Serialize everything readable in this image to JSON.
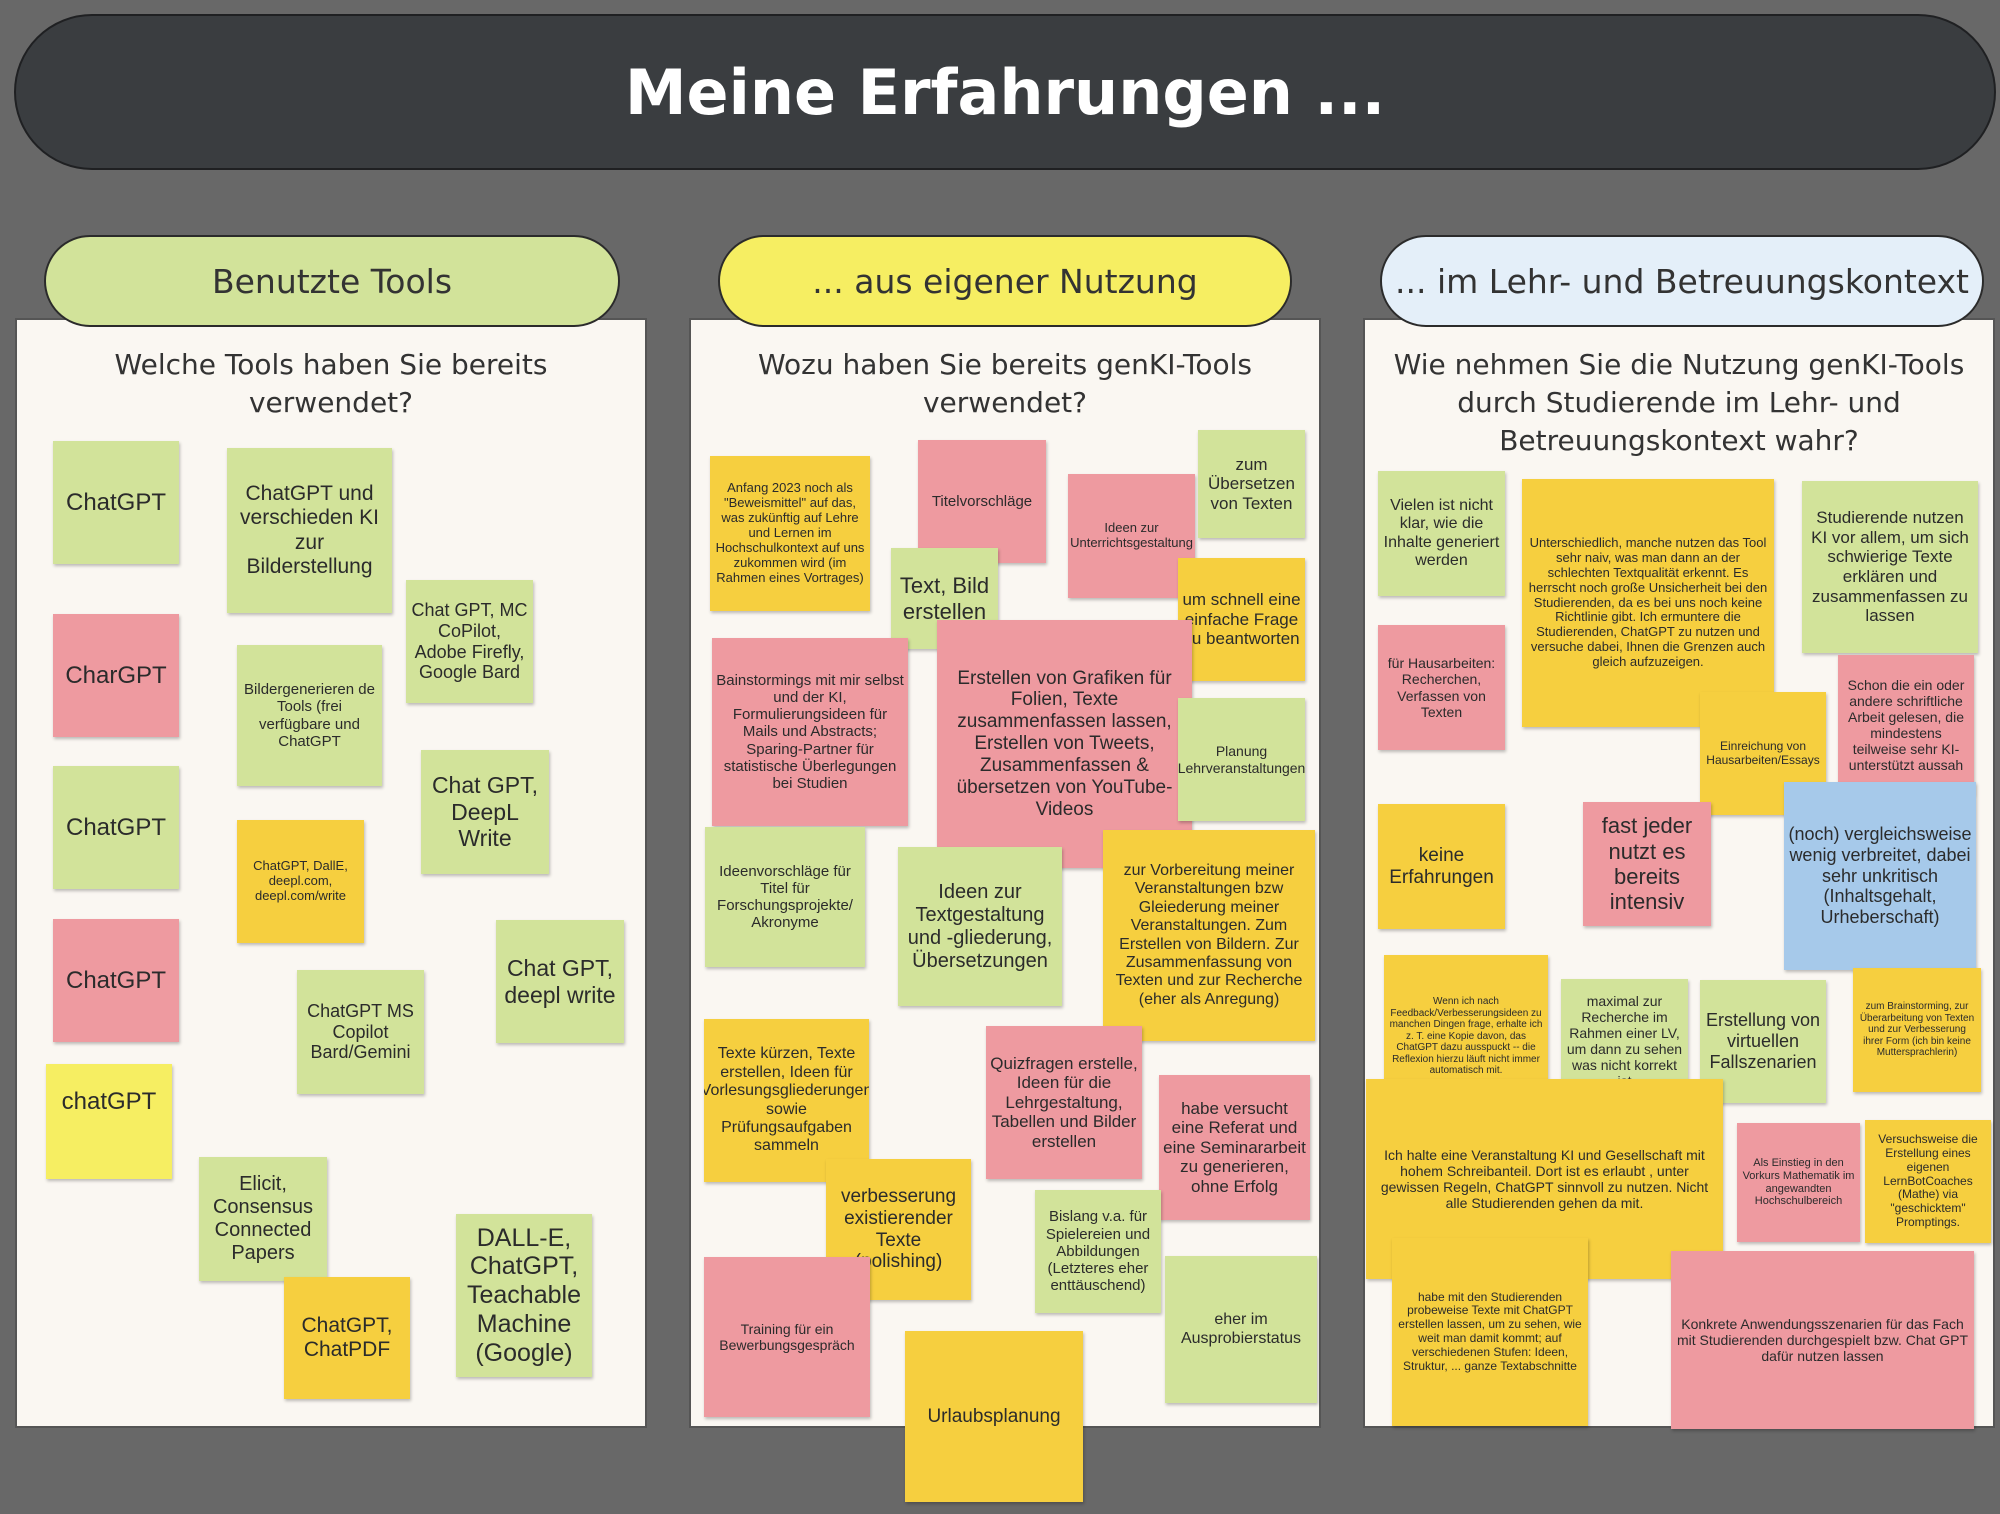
{
  "title": "Meine Erfahrungen ...",
  "columns": [
    {
      "header": "Benutzte Tools",
      "question": "Welche Tools haben Sie bereits verwendet?",
      "color": "#d2e39a"
    },
    {
      "header": "... aus eigener Nutzung",
      "question": "Wozu haben Sie bereits genKI-Tools verwendet?",
      "color": "#f6ee62"
    },
    {
      "header": "... im Lehr- und Betreuungskontext",
      "question": "Wie nehmen Sie die Nutzung genKI-Tools durch Studierende im Lehr- und Betreuungskontext wahr?",
      "color": "#e4eff9"
    }
  ],
  "tools_notes": [
    "ChatGPT",
    "ChatGPT und verschieden KI zur Bilderstellung",
    "Chat GPT, MC CoPilot, Adobe Firefly, Google Bard",
    "CharGPT",
    "Bildergenerieren de Tools (frei verfügbare und ChatGPT",
    "ChatGPT",
    "Chat GPT, DeepL Write",
    "ChatGPT, DallE, deepl.com, deepl.com/write",
    "ChatGPT",
    "Chat GPT, deepl write",
    "ChatGPT MS Copilot Bard/Gemini",
    "chatGPT",
    "Elicit, Consensus Connected Papers",
    "DALL-E, ChatGPT, Teachable Machine (Google)",
    "ChatGPT, ChatPDF"
  ],
  "usage_notes": [
    "Anfang 2023 noch als \"Beweismittel\" auf das, was zukünftig auf Lehre und Lernen im Hochschulkontext auf uns zukommen wird (im Rahmen eines Vortrages)",
    "Titelvorschläge",
    "Ideen zur Unterrichtsgestaltung",
    "zum Übersetzen von Texten",
    "Text, Bild erstellen",
    "um schnell eine einfache Frage zu beantworten",
    "Bainstormings mit mir selbst und der KI, Formulierungsideen für Mails und Abstracts; Sparing-Partner für statistische Überlegungen bei Studien",
    "Erstellen von Grafiken für Folien, Texte zusammenfassen lassen, Erstellen von Tweets, Zusammenfassen & übersetzen von YouTube-Videos",
    "Planung Lehrveranstaltungen",
    "Ideenvorschläge für Titel für Forschungsprojekte/ Akronyme",
    "Ideen zur Textgestaltung und -gliederung, Übersetzungen",
    "zur Vorbereitung meiner Veranstaltungen bzw Gleiederung meiner Veranstaltungen. Zum Erstellen von Bildern. Zur Zusammenfassung von Texten und zur Recherche (eher als Anregung)",
    "Texte kürzen, Texte erstellen, Ideen für Vorlesungsgliederungen sowie Prüfungsaufgaben sammeln",
    "Quizfragen erstelle, Ideen für die Lehrgestaltung, Tabellen und Bilder erstellen",
    "habe versucht eine Referat und eine Seminararbeit zu generieren, ohne Erfolg",
    "verbesserung existierender Texte (polishing)",
    "Bislang v.a. für Spielereien und Abbildungen (Letzteres eher enttäuschend)",
    "Training für ein Bewerbungsgespräch",
    "eher im Ausprobierstatus",
    "Urlaubsplanung"
  ],
  "teaching_notes": [
    "Vielen ist nicht klar, wie die Inhalte generiert werden",
    "Unterschiedlich, manche nutzen das Tool sehr naiv, was man dann an der schlechten Textqualität erkennt. Es herrscht noch große Unsicherheit bei den Studierenden, da es bei uns noch keine Richtlinie gibt. Ich ermuntere die Studierenden, ChatGPT zu nutzen und versuche dabei, Ihnen die Grenzen auch gleich aufzuzeigen.",
    "Studierende nutzen KI vor allem, um sich schwierige Texte erklären und zusammenfassen zu lassen",
    "für Hausarbeiten: Recherchen, Verfassen von Texten",
    "Schon die ein oder andere schriftliche Arbeit gelesen, die mindestens teilweise sehr KI-unterstützt aussah",
    "Einreichung von Hausarbeiten/Essays",
    "keine Erfahrungen",
    "fast jeder nutzt es bereits intensiv",
    "(noch) vergleichsweise wenig verbreitet, dabei sehr unkritisch (Inhaltsgehalt, Urheberschaft)",
    "Wenn ich nach Feedback/Verbesserungsideen zu manchen Dingen frage, erhalte ich z. T. eine Kopie davon, das ChatGPT dazu ausspuckt -- die Reflexion hierzu läuft nicht immer automatisch mit.",
    "maximal zur Recherche im Rahmen einer LV, um dann zu sehen was nicht korrekt ist",
    "Erstellung von virtuellen Fallszenarien",
    "zum Brainstorming, zur Überarbeitung von Texten und zur Verbesserung ihrer Form (ich bin keine Muttersprachlerin)",
    "Ich halte eine Veranstaltung KI und Gesellschaft mit hohem Schreibanteil. Dort ist es erlaubt , unter gewissen Regeln, ChatGPT sinnvoll zu nutzen. Nicht alle Studierenden gehen da mit.",
    "Als Einstieg in den Vorkurs Mathematik im angewandten Hochschulbereich",
    "Versuchsweise die Erstellung eines eigenen LernBotCoaches (Mathe) via \"geschicktem\" Promptings.",
    "habe mit den Studierenden probeweise Texte mit ChatGPT erstellen lassen, um zu sehen, wie weit man damit kommt; auf verschiedenen Stufen: Ideen, Struktur, ... ganze Textabschnitte",
    "Konkrete Anwendungsszenarien für das Fach mit Studierenden durchgespielt bzw. Chat GPT dafür nutzen lassen"
  ]
}
